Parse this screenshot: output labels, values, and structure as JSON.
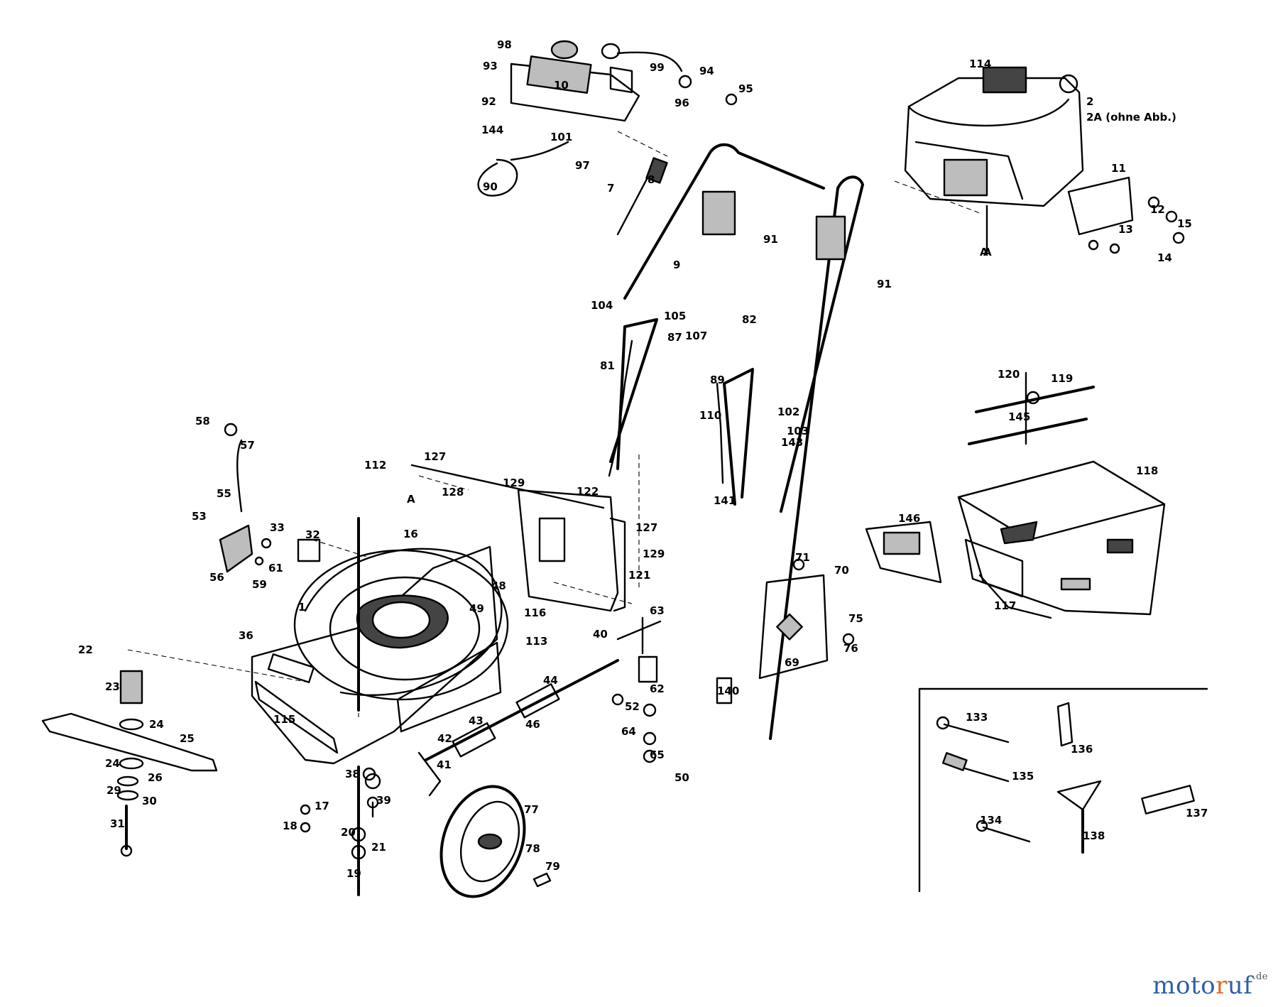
{
  "engine_label_1": "2",
  "engine_label_2": "2A (ohne Abb.)",
  "callouts": [
    {
      "id": "c1",
      "text": "1"
    },
    {
      "id": "c2",
      "text": "A"
    },
    {
      "id": "c3",
      "text": "A"
    },
    {
      "id": "c4",
      "text": "7"
    },
    {
      "id": "c5",
      "text": "8"
    },
    {
      "id": "c6",
      "text": "9"
    },
    {
      "id": "c7",
      "text": "11"
    },
    {
      "id": "c8",
      "text": "12"
    },
    {
      "id": "c9",
      "text": "13"
    },
    {
      "id": "c10",
      "text": "14"
    },
    {
      "id": "c11",
      "text": "15"
    },
    {
      "id": "c12",
      "text": "16"
    },
    {
      "id": "c13",
      "text": "17"
    },
    {
      "id": "c14",
      "text": "18"
    },
    {
      "id": "c15",
      "text": "19"
    },
    {
      "id": "c16",
      "text": "20"
    },
    {
      "id": "c17",
      "text": "21"
    },
    {
      "id": "c18",
      "text": "22"
    },
    {
      "id": "c19",
      "text": "23"
    },
    {
      "id": "c20",
      "text": "24"
    },
    {
      "id": "c21",
      "text": "25"
    },
    {
      "id": "c22",
      "text": "24"
    },
    {
      "id": "c23",
      "text": "26"
    },
    {
      "id": "c24",
      "text": "29"
    },
    {
      "id": "c25",
      "text": "30"
    },
    {
      "id": "c26",
      "text": "31"
    },
    {
      "id": "c27",
      "text": "32"
    },
    {
      "id": "c28",
      "text": "33"
    },
    {
      "id": "c29",
      "text": "36"
    },
    {
      "id": "c30",
      "text": "38"
    },
    {
      "id": "c31",
      "text": "39"
    },
    {
      "id": "c32",
      "text": "40"
    },
    {
      "id": "c33",
      "text": "41"
    },
    {
      "id": "c34",
      "text": "42"
    },
    {
      "id": "c35",
      "text": "43"
    },
    {
      "id": "c36",
      "text": "44"
    },
    {
      "id": "c37",
      "text": "46"
    },
    {
      "id": "c38",
      "text": "48"
    },
    {
      "id": "c39",
      "text": "49"
    },
    {
      "id": "c40",
      "text": "53"
    },
    {
      "id": "c41",
      "text": "55"
    },
    {
      "id": "c42",
      "text": "56"
    },
    {
      "id": "c43",
      "text": "57"
    },
    {
      "id": "c44",
      "text": "58"
    },
    {
      "id": "c45",
      "text": "59"
    },
    {
      "id": "c46",
      "text": "61"
    },
    {
      "id": "c47",
      "text": "62"
    },
    {
      "id": "c48",
      "text": "63"
    },
    {
      "id": "c49",
      "text": "64"
    },
    {
      "id": "c50",
      "text": "65"
    },
    {
      "id": "c51",
      "text": "69"
    },
    {
      "id": "c52",
      "text": "70"
    },
    {
      "id": "c53",
      "text": "71"
    },
    {
      "id": "c54",
      "text": "75"
    },
    {
      "id": "c55",
      "text": "76"
    },
    {
      "id": "c56",
      "text": "77"
    },
    {
      "id": "c57",
      "text": "78"
    },
    {
      "id": "c58",
      "text": "79"
    },
    {
      "id": "c59",
      "text": "81"
    },
    {
      "id": "c60",
      "text": "82"
    },
    {
      "id": "c61",
      "text": "87"
    },
    {
      "id": "c62",
      "text": "89"
    },
    {
      "id": "c63",
      "text": "90"
    },
    {
      "id": "c64",
      "text": "91"
    },
    {
      "id": "c65",
      "text": "91"
    },
    {
      "id": "c66",
      "text": "92"
    },
    {
      "id": "c67",
      "text": "93"
    },
    {
      "id": "c68",
      "text": "94"
    },
    {
      "id": "c69",
      "text": "95"
    },
    {
      "id": "c70",
      "text": "96"
    },
    {
      "id": "c71",
      "text": "97"
    },
    {
      "id": "c72",
      "text": "98"
    },
    {
      "id": "c73",
      "text": "99"
    },
    {
      "id": "c74",
      "text": "101"
    },
    {
      "id": "c75",
      "text": "102"
    },
    {
      "id": "c76",
      "text": "103"
    },
    {
      "id": "c77",
      "text": "104"
    },
    {
      "id": "c78",
      "text": "105"
    },
    {
      "id": "c79",
      "text": "107"
    },
    {
      "id": "c80",
      "text": "110"
    },
    {
      "id": "c81",
      "text": "112"
    },
    {
      "id": "c82",
      "text": "113"
    },
    {
      "id": "c83",
      "text": "114"
    },
    {
      "id": "c84",
      "text": "115"
    },
    {
      "id": "c85",
      "text": "116"
    },
    {
      "id": "c86",
      "text": "117"
    },
    {
      "id": "c87",
      "text": "118"
    },
    {
      "id": "c88",
      "text": "119"
    },
    {
      "id": "c89",
      "text": "120"
    },
    {
      "id": "c90",
      "text": "121"
    },
    {
      "id": "c91",
      "text": "122"
    },
    {
      "id": "c92",
      "text": "127"
    },
    {
      "id": "c93",
      "text": "127"
    },
    {
      "id": "c94",
      "text": "128"
    },
    {
      "id": "c95",
      "text": "129"
    },
    {
      "id": "c96",
      "text": "129"
    },
    {
      "id": "c97",
      "text": "133"
    },
    {
      "id": "c98",
      "text": "134"
    },
    {
      "id": "c99",
      "text": "135"
    },
    {
      "id": "c100",
      "text": "136"
    },
    {
      "id": "c101",
      "text": "137"
    },
    {
      "id": "c102",
      "text": "138"
    },
    {
      "id": "c103",
      "text": "140"
    },
    {
      "id": "c104",
      "text": "141"
    },
    {
      "id": "c105",
      "text": "143"
    },
    {
      "id": "c106",
      "text": "144"
    },
    {
      "id": "c107",
      "text": "145"
    },
    {
      "id": "c108",
      "text": "146"
    },
    {
      "id": "c109",
      "text": "A"
    },
    {
      "id": "c110",
      "text": "10"
    },
    {
      "id": "c111",
      "text": "50"
    },
    {
      "id": "c112",
      "text": "52"
    }
  ],
  "watermark": {
    "part1": "moto",
    "part2": "r",
    "part3": "uf",
    ".de": ".de"
  },
  "watermark_parts": {
    "a": "moto",
    "b": "r",
    "c": "uf",
    "d": ".de"
  }
}
